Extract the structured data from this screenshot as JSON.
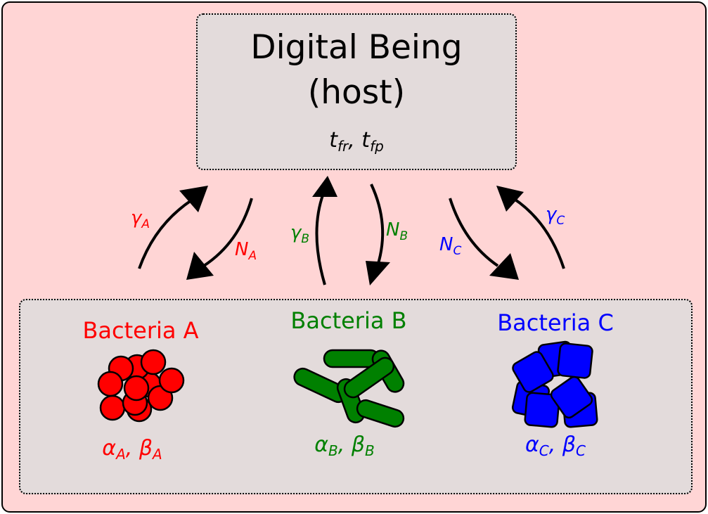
{
  "host": {
    "title_line1": "Digital Being",
    "title_line2": "(host)",
    "params": {
      "t_fr": "t",
      "t_fr_sub": "fr",
      "sep": ", ",
      "t_fp": "t",
      "t_fp_sub": "fp"
    }
  },
  "bacteria": [
    {
      "name": "Bacteria A",
      "color": "#ff0000",
      "alpha": "α",
      "alpha_sub": "A",
      "beta": "β",
      "beta_sub": "A",
      "up_label": "γ",
      "up_sub": "A",
      "down_label": "N",
      "down_sub": "A",
      "shape": "cocci"
    },
    {
      "name": "Bacteria B",
      "color": "#008000",
      "alpha": "α",
      "alpha_sub": "B",
      "beta": "β",
      "beta_sub": "B",
      "up_label": "γ",
      "up_sub": "B",
      "down_label": "N",
      "down_sub": "B",
      "shape": "rods"
    },
    {
      "name": "Bacteria C",
      "color": "#0000ff",
      "alpha": "α",
      "alpha_sub": "C",
      "beta": "β",
      "beta_sub": "C",
      "up_label": "γ",
      "up_sub": "C",
      "down_label": "N",
      "down_sub": "C",
      "shape": "squares"
    }
  ],
  "sep": ", "
}
